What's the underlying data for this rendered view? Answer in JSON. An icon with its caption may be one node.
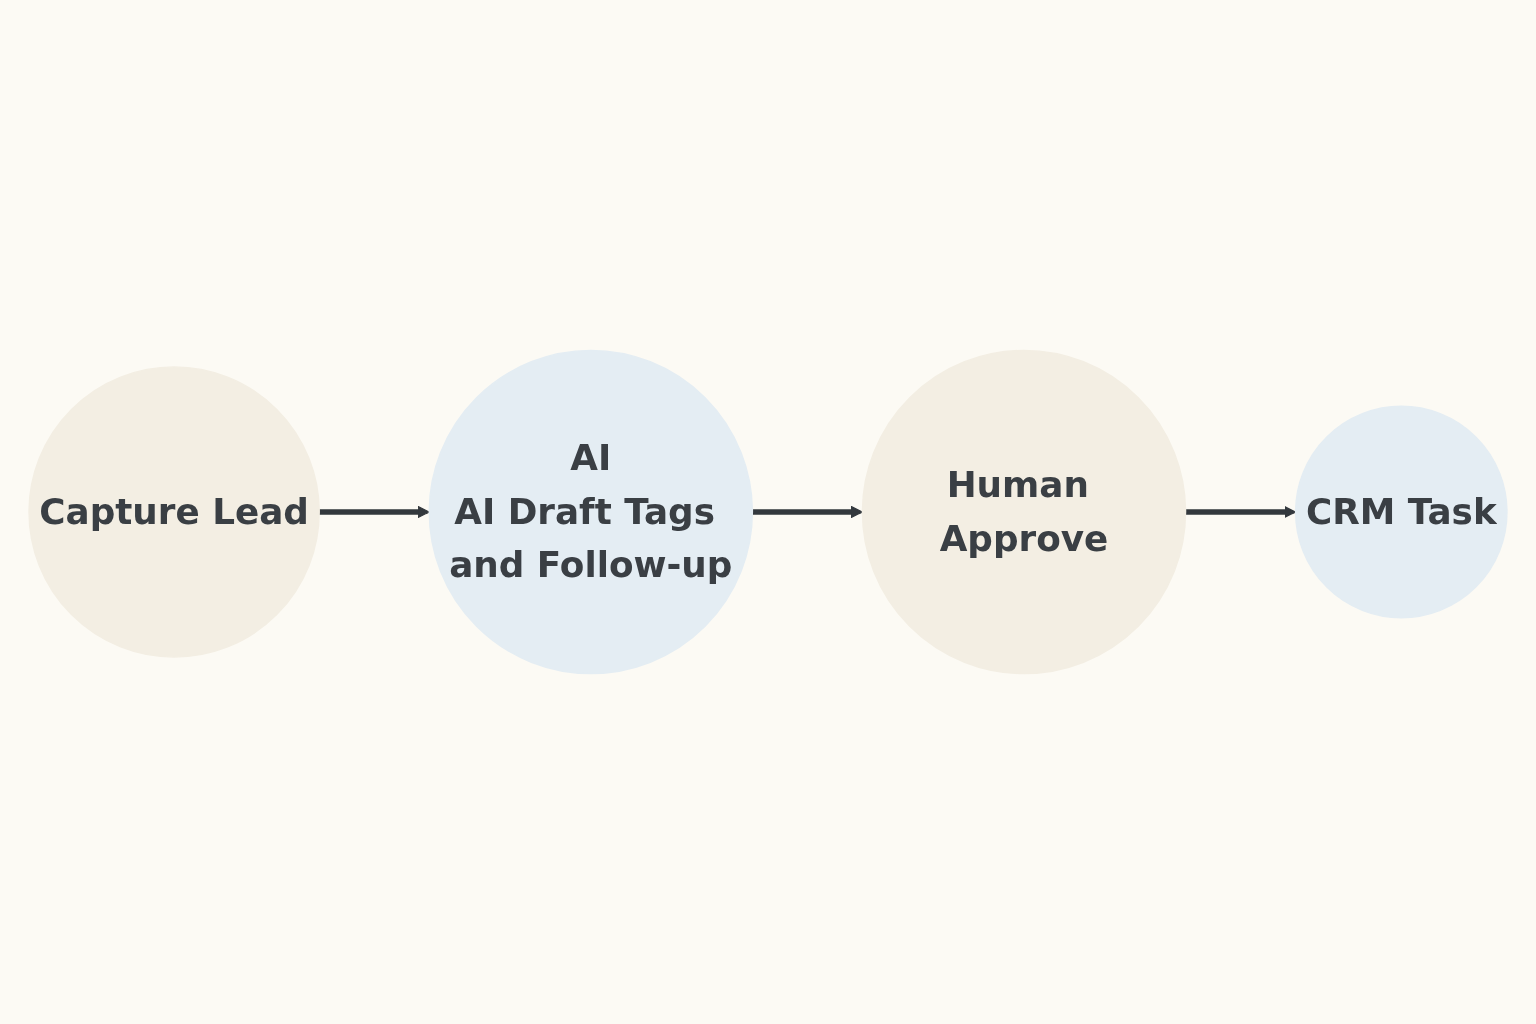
{
  "diagram": {
    "nodes": [
      {
        "text": [
          "Capture Lead"
        ]
      },
      {
        "text": [
          "AI",
          "AI Draft Tags and Follow-up"
        ]
      },
      {
        "text": [
          "Human Approve"
        ]
      },
      {
        "text": [
          "CRM Task"
        ]
      }
    ],
    "edges": [
      {
        "from": 0,
        "to": 1,
        "arrow": "to"
      },
      {
        "from": 1,
        "to": 2,
        "arrow": "to"
      },
      {
        "from": 2,
        "to": 3,
        "arrow": "to"
      }
    ]
  }
}
